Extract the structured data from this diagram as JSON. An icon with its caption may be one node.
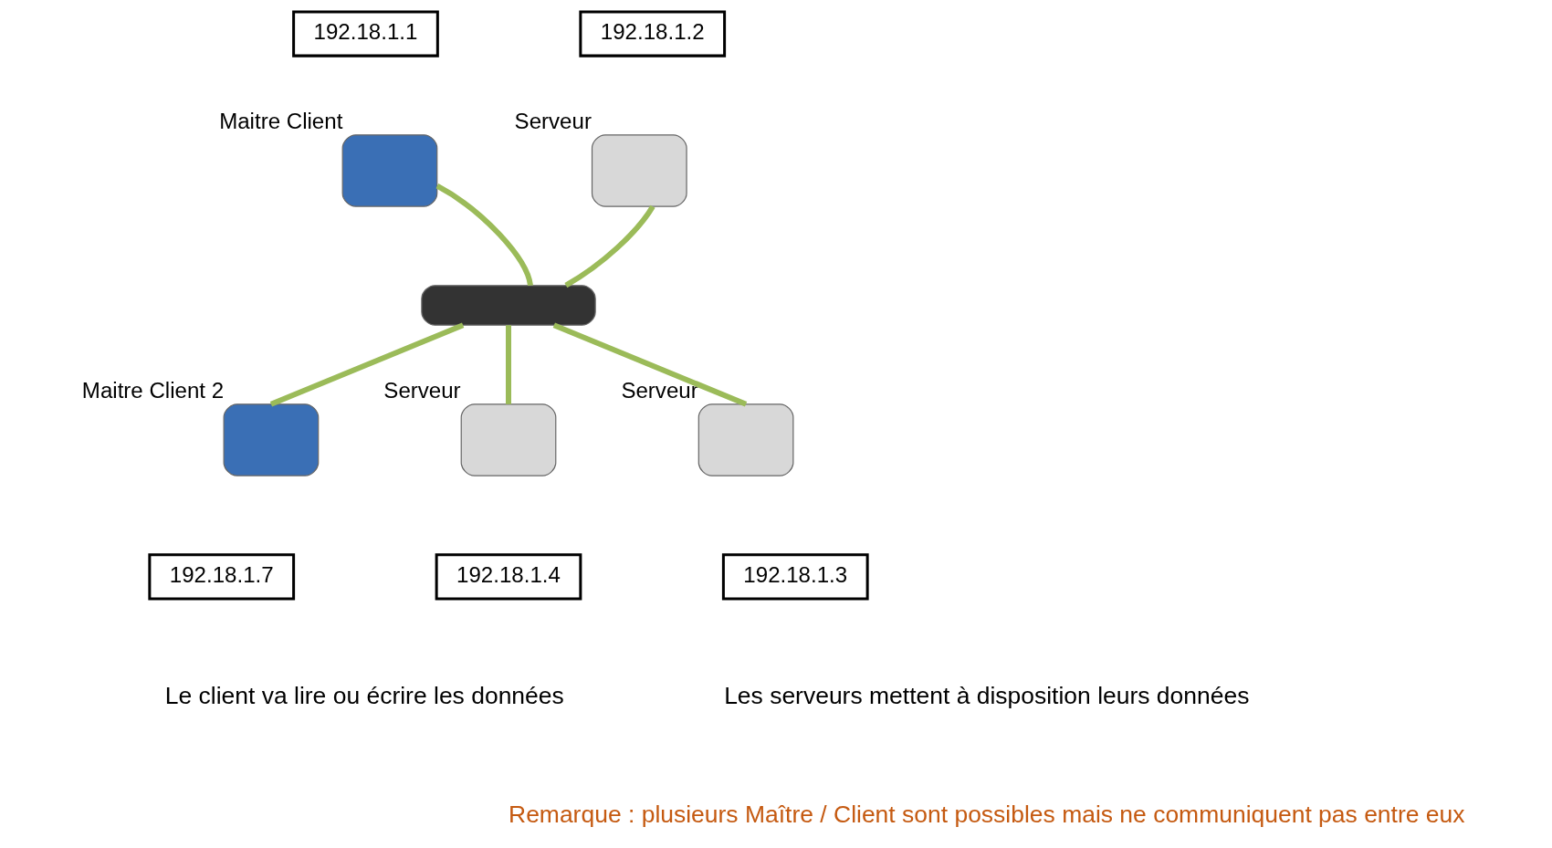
{
  "diagram": {
    "nodes": [
      {
        "text": [
          "192.18.1.1"
        ]
      },
      {
        "text": [
          "192.18.1.2"
        ]
      },
      {
        "text": [],
        "shape": "box",
        "beside": [
          "Maitre Client"
        ]
      },
      {
        "text": [],
        "shape": "box",
        "beside": [
          "Serveur"
        ]
      },
      {
        "text": [],
        "shape": "box"
      },
      {
        "text": [],
        "shape": "box",
        "beside": [
          "Serveur"
        ]
      },
      {
        "text": [],
        "shape": "box",
        "beside": [
          "Serveur"
        ]
      },
      {
        "text": [],
        "shape": "box",
        "beside": [
          "Maitre Client 2"
        ]
      },
      {
        "text": [
          "192.18.1.4"
        ]
      },
      {
        "text": [
          "192.18.1.3"
        ]
      },
      {
        "text": [
          "192.18.1.7"
        ]
      }
    ],
    "edges": [
      {
        "from": 2,
        "to": 4,
        "arrow": "none"
      },
      {
        "from": 3,
        "to": 4,
        "arrow": "none"
      },
      {
        "from": 7,
        "to": 4,
        "arrow": "none"
      },
      {
        "from": 5,
        "to": 4,
        "arrow": "none"
      },
      {
        "from": 6,
        "to": 4,
        "arrow": "none"
      }
    ],
    "labels": [
      "Le client va lire ou écrire les données",
      "Les serveurs mettent à disposition leurs données",
      "Remarque : plusieurs Maître / Client sont possibles mais ne communiquent pas entre eux"
    ]
  }
}
